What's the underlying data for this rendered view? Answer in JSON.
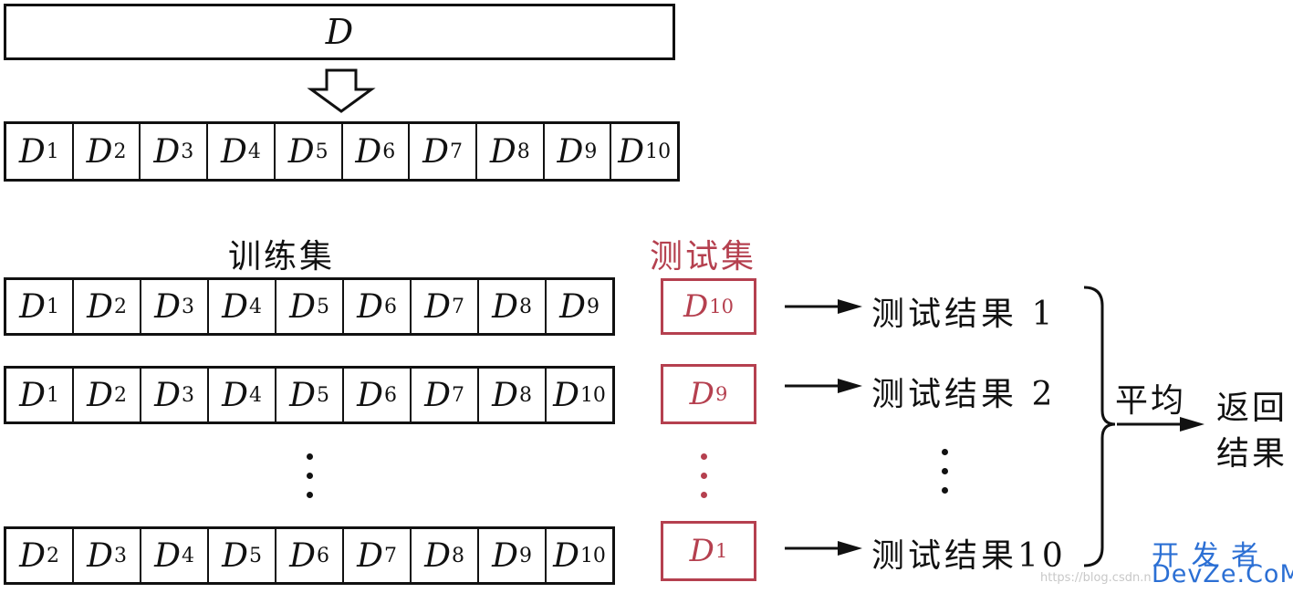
{
  "dataset": {
    "label": "D"
  },
  "folds": [
    {
      "base": "D",
      "sub": "1"
    },
    {
      "base": "D",
      "sub": "2"
    },
    {
      "base": "D",
      "sub": "3"
    },
    {
      "base": "D",
      "sub": "4"
    },
    {
      "base": "D",
      "sub": "5"
    },
    {
      "base": "D",
      "sub": "6"
    },
    {
      "base": "D",
      "sub": "7"
    },
    {
      "base": "D",
      "sub": "8"
    },
    {
      "base": "D",
      "sub": "9"
    },
    {
      "base": "D",
      "sub": "10"
    }
  ],
  "train_label": "训练集",
  "test_label": "测试集",
  "rows": [
    {
      "train": [
        {
          "base": "D",
          "sub": "1"
        },
        {
          "base": "D",
          "sub": "2"
        },
        {
          "base": "D",
          "sub": "3"
        },
        {
          "base": "D",
          "sub": "4"
        },
        {
          "base": "D",
          "sub": "5"
        },
        {
          "base": "D",
          "sub": "6"
        },
        {
          "base": "D",
          "sub": "7"
        },
        {
          "base": "D",
          "sub": "8"
        },
        {
          "base": "D",
          "sub": "9"
        }
      ],
      "test": {
        "base": "D",
        "sub": "10"
      },
      "result": "测试结果 1"
    },
    {
      "train": [
        {
          "base": "D",
          "sub": "1"
        },
        {
          "base": "D",
          "sub": "2"
        },
        {
          "base": "D",
          "sub": "3"
        },
        {
          "base": "D",
          "sub": "4"
        },
        {
          "base": "D",
          "sub": "5"
        },
        {
          "base": "D",
          "sub": "6"
        },
        {
          "base": "D",
          "sub": "7"
        },
        {
          "base": "D",
          "sub": "8"
        },
        {
          "base": "D",
          "sub": "10"
        }
      ],
      "test": {
        "base": "D",
        "sub": "9"
      },
      "result": "测试结果 2"
    },
    {
      "train": [
        {
          "base": "D",
          "sub": "2"
        },
        {
          "base": "D",
          "sub": "3"
        },
        {
          "base": "D",
          "sub": "4"
        },
        {
          "base": "D",
          "sub": "5"
        },
        {
          "base": "D",
          "sub": "6"
        },
        {
          "base": "D",
          "sub": "7"
        },
        {
          "base": "D",
          "sub": "8"
        },
        {
          "base": "D",
          "sub": "9"
        },
        {
          "base": "D",
          "sub": "10"
        }
      ],
      "test": {
        "base": "D",
        "sub": "1"
      },
      "result": "测试结果10"
    }
  ],
  "average_label": "平均",
  "output_label_line1": "返回",
  "output_label_line2": "结果",
  "watermark": {
    "brand_cn": "开 发 者",
    "brand_en": "DevZe.CoM",
    "url": "https://blog.csdn.n"
  },
  "colors": {
    "test_red": "#b5404f",
    "watermark_blue": "#2b6fd4"
  }
}
